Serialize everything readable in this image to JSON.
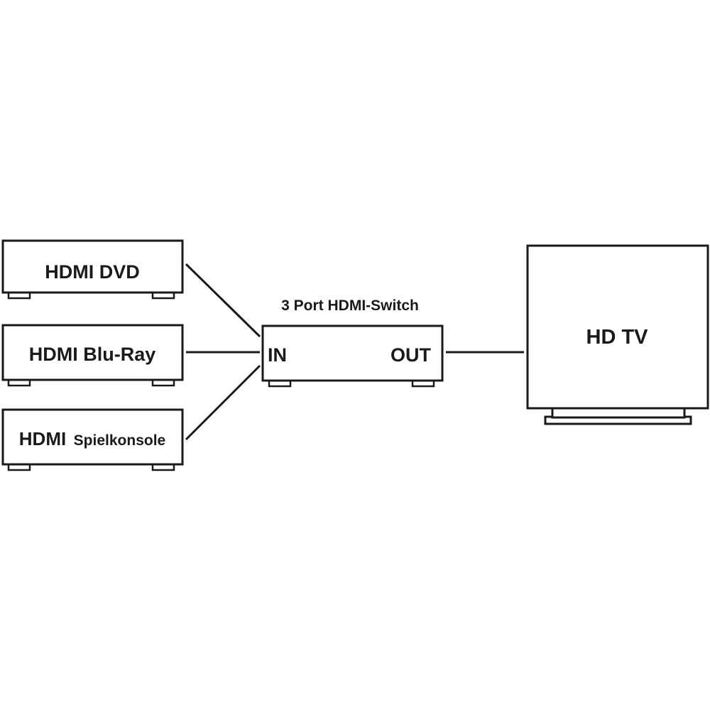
{
  "devices": {
    "dvd": {
      "label": "HDMI DVD"
    },
    "bluray": {
      "label": "HDMI Blu-Ray"
    },
    "console": {
      "label_prefix": "HDMI",
      "label_suffix": "Spielkonsole"
    }
  },
  "switch": {
    "title": "3 Port HDMI-Switch",
    "in_label": "IN",
    "out_label": "OUT"
  },
  "tv": {
    "label": "HD TV"
  },
  "colors": {
    "stroke": "#1a1a1a",
    "background": "#ffffff"
  }
}
